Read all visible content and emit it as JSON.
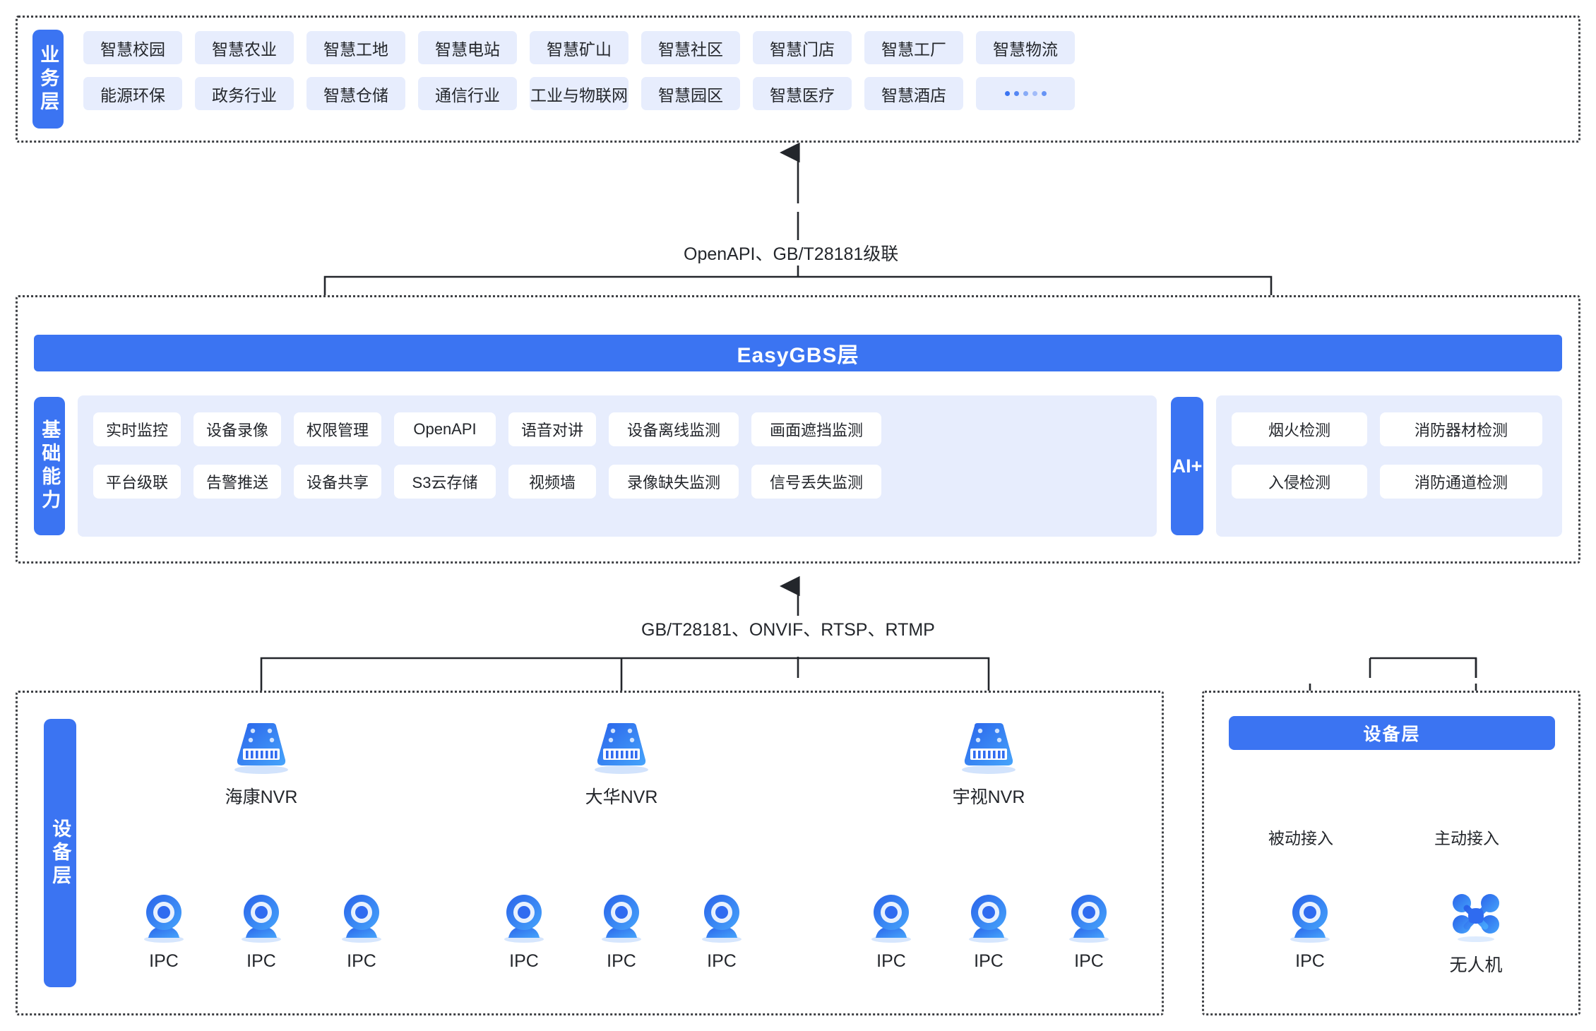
{
  "business_layer": {
    "side_label": "业务层",
    "items": [
      "智慧校园",
      "智慧农业",
      "智慧工地",
      "智慧电站",
      "智慧矿山",
      "智慧社区",
      "智慧门店",
      "智慧工厂",
      "智慧物流",
      "能源环保",
      "政务行业",
      "智慧仓储",
      "通信行业",
      "工业与物联网",
      "智慧园区",
      "智慧医疗",
      "智慧酒店",
      "·····"
    ],
    "ellipsis_index": 17
  },
  "connectors": {
    "top": "OpenAPI、GB/T28181级联",
    "bottom": "GB/T28181、ONVIF、RTSP、RTMP"
  },
  "gbs_layer": {
    "title": "EasyGBS层",
    "capability_side_label": "基础能力",
    "capabilities": [
      "实时监控",
      "设备录像",
      "权限管理",
      "OpenAPI",
      "语音对讲",
      "设备离线监测",
      "画面遮挡监测",
      "平台级联",
      "告警推送",
      "设备共享",
      "S3云存储",
      "视频墙",
      "录像缺失监测",
      "信号丢失监测"
    ],
    "ai_side_label": "AI+",
    "ai_items": [
      "烟火检测",
      "消防器材检测",
      "入侵检测",
      "消防通道检测"
    ]
  },
  "device_layer_left": {
    "side_label": "设备层",
    "nvrs": [
      {
        "label": "海康NVR",
        "icon": "nvr-icon",
        "children": [
          "IPC",
          "IPC",
          "IPC"
        ]
      },
      {
        "label": "大华NVR",
        "icon": "nvr-icon",
        "children": [
          "IPC",
          "IPC",
          "IPC"
        ]
      },
      {
        "label": "宇视NVR",
        "icon": "nvr-icon",
        "children": [
          "IPC",
          "IPC",
          "IPC"
        ]
      }
    ],
    "child_icon": "ipc-camera-icon"
  },
  "device_layer_right": {
    "title": "设备层",
    "branches": [
      {
        "access": "被动接入",
        "label": "IPC",
        "icon": "ipc-camera-icon"
      },
      {
        "access": "主动接入",
        "label": "无人机",
        "icon": "drone-icon"
      }
    ]
  },
  "colors": {
    "brand_blue": "#3b74f2",
    "chip_blue": "#e7edfd",
    "line": "#23262b",
    "text": "#23262b"
  }
}
